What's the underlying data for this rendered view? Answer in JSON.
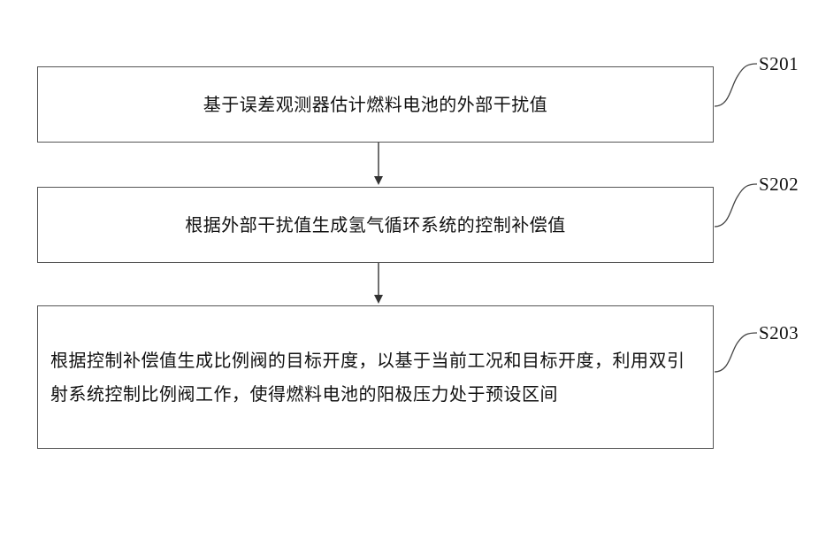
{
  "steps": [
    {
      "id": "S201",
      "text": "基于误差观测器估计燃料电池的外部干扰值"
    },
    {
      "id": "S202",
      "text": "根据外部干扰值生成氢气循环系统的控制补偿值"
    },
    {
      "id": "S203",
      "text": "根据控制补偿值生成比例阀的目标开度，以基于当前工况和目标开度，利用双引射系统控制比例阀工作，使得燃料电池的阳极压力处于预设区间"
    }
  ]
}
